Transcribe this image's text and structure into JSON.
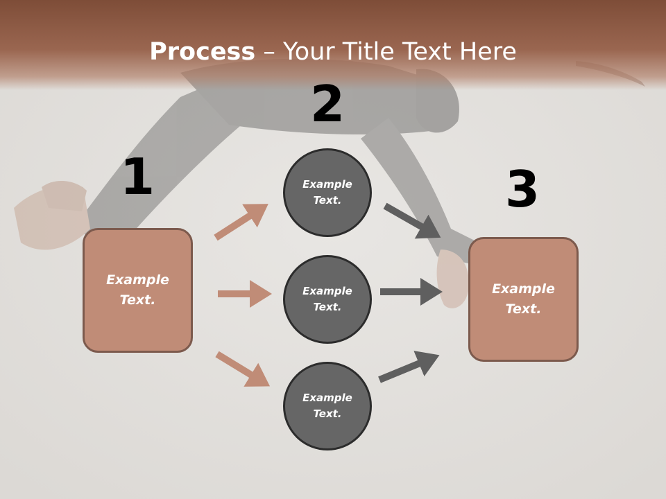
{
  "title": {
    "bold": "Process",
    "rest": " – Your Title Text Here"
  },
  "steps": {
    "one": "1",
    "two": "2",
    "three": "3"
  },
  "left_box": {
    "text": "Example\nText."
  },
  "circles": [
    {
      "text": "Example\nText."
    },
    {
      "text": "Example\nText."
    },
    {
      "text": "Example\nText."
    }
  ],
  "right_box": {
    "text": "Example\nText."
  },
  "colors": {
    "header": "#8c5a45",
    "box_fill": "#c08c77",
    "box_border": "#7c5a4d",
    "circle_fill": "#666666",
    "circle_border": "#2c2c2c",
    "arrow_brown": "#c08c77",
    "arrow_gray": "#5f5f5f",
    "background": "#e4e2df"
  }
}
